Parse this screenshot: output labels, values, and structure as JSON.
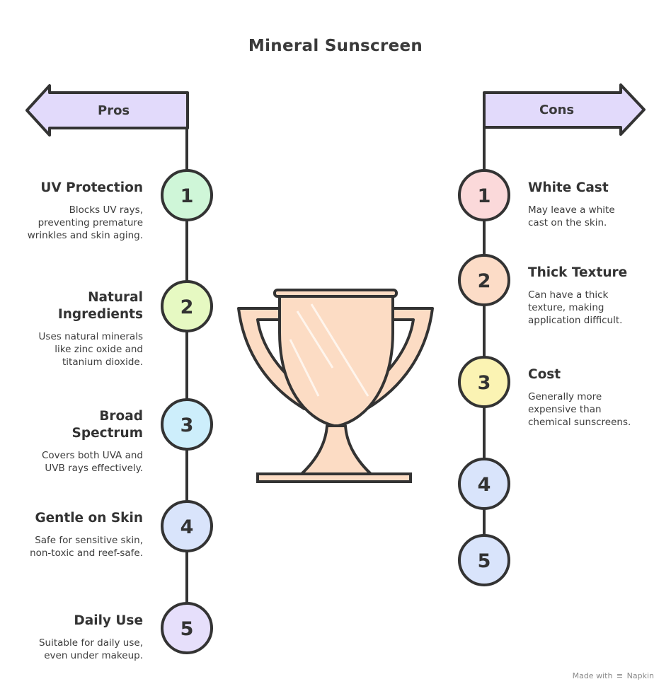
{
  "title": "Mineral Sunscreen",
  "pros": {
    "label": "Pros",
    "items": [
      {
        "num": "1",
        "title": "UV Protection",
        "desc": "Blocks UV rays, preventing premature wrinkles and skin aging.",
        "color": "#cff6d8"
      },
      {
        "num": "2",
        "title": "Natural Ingredients",
        "desc": "Uses natural minerals like zinc oxide and titanium dioxide.",
        "color": "#e6f9c2"
      },
      {
        "num": "3",
        "title": "Broad Spectrum",
        "desc": "Covers both UVA and UVB rays effectively.",
        "color": "#cdeefb"
      },
      {
        "num": "4",
        "title": "Gentle on Skin",
        "desc": "Safe for sensitive skin, non-toxic and reef-safe.",
        "color": "#d9e4fb"
      },
      {
        "num": "5",
        "title": "Daily Use",
        "desc": "Suitable for daily use, even under makeup.",
        "color": "#e6dffb"
      }
    ]
  },
  "cons": {
    "label": "Cons",
    "items": [
      {
        "num": "1",
        "title": "White Cast",
        "desc": "May leave a white cast on the skin.",
        "color": "#fbd9da"
      },
      {
        "num": "2",
        "title": "Thick Texture",
        "desc": "Can have a thick texture, making application difficult.",
        "color": "#fcdcc7"
      },
      {
        "num": "3",
        "title": "Cost",
        "desc": "Generally more expensive than chemical sunscreens.",
        "color": "#fbf3b3"
      },
      {
        "num": "4",
        "color": "#d9e4fb"
      },
      {
        "num": "5",
        "color": "#d9e4fb"
      }
    ]
  },
  "colors": {
    "arrow_fill": "#e2dafb",
    "trophy_fill": "#fcdcc4",
    "stroke": "#333333"
  },
  "icons": {
    "center": "trophy-icon",
    "pros_arrow": "arrow-left-icon",
    "cons_arrow": "arrow-right-icon"
  },
  "footer": {
    "credit": "Made with",
    "brand": "Napkin"
  }
}
